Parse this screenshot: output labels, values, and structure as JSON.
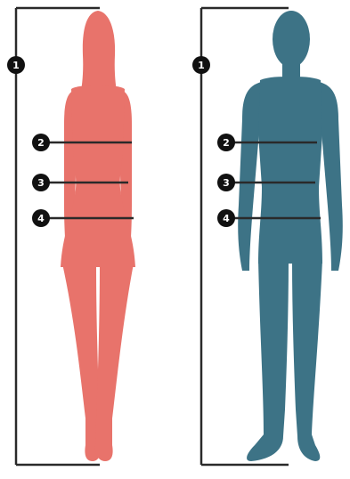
{
  "figures": [
    {
      "name": "female",
      "color": "#e8736b",
      "markers": [
        "1",
        "2",
        "3",
        "4"
      ]
    },
    {
      "name": "male",
      "color": "#3d7386",
      "markers": [
        "1",
        "2",
        "3",
        "4"
      ]
    }
  ],
  "colors": {
    "line": "#2a2a2a",
    "marker_fill": "#111111",
    "marker_text": "#ffffff"
  }
}
